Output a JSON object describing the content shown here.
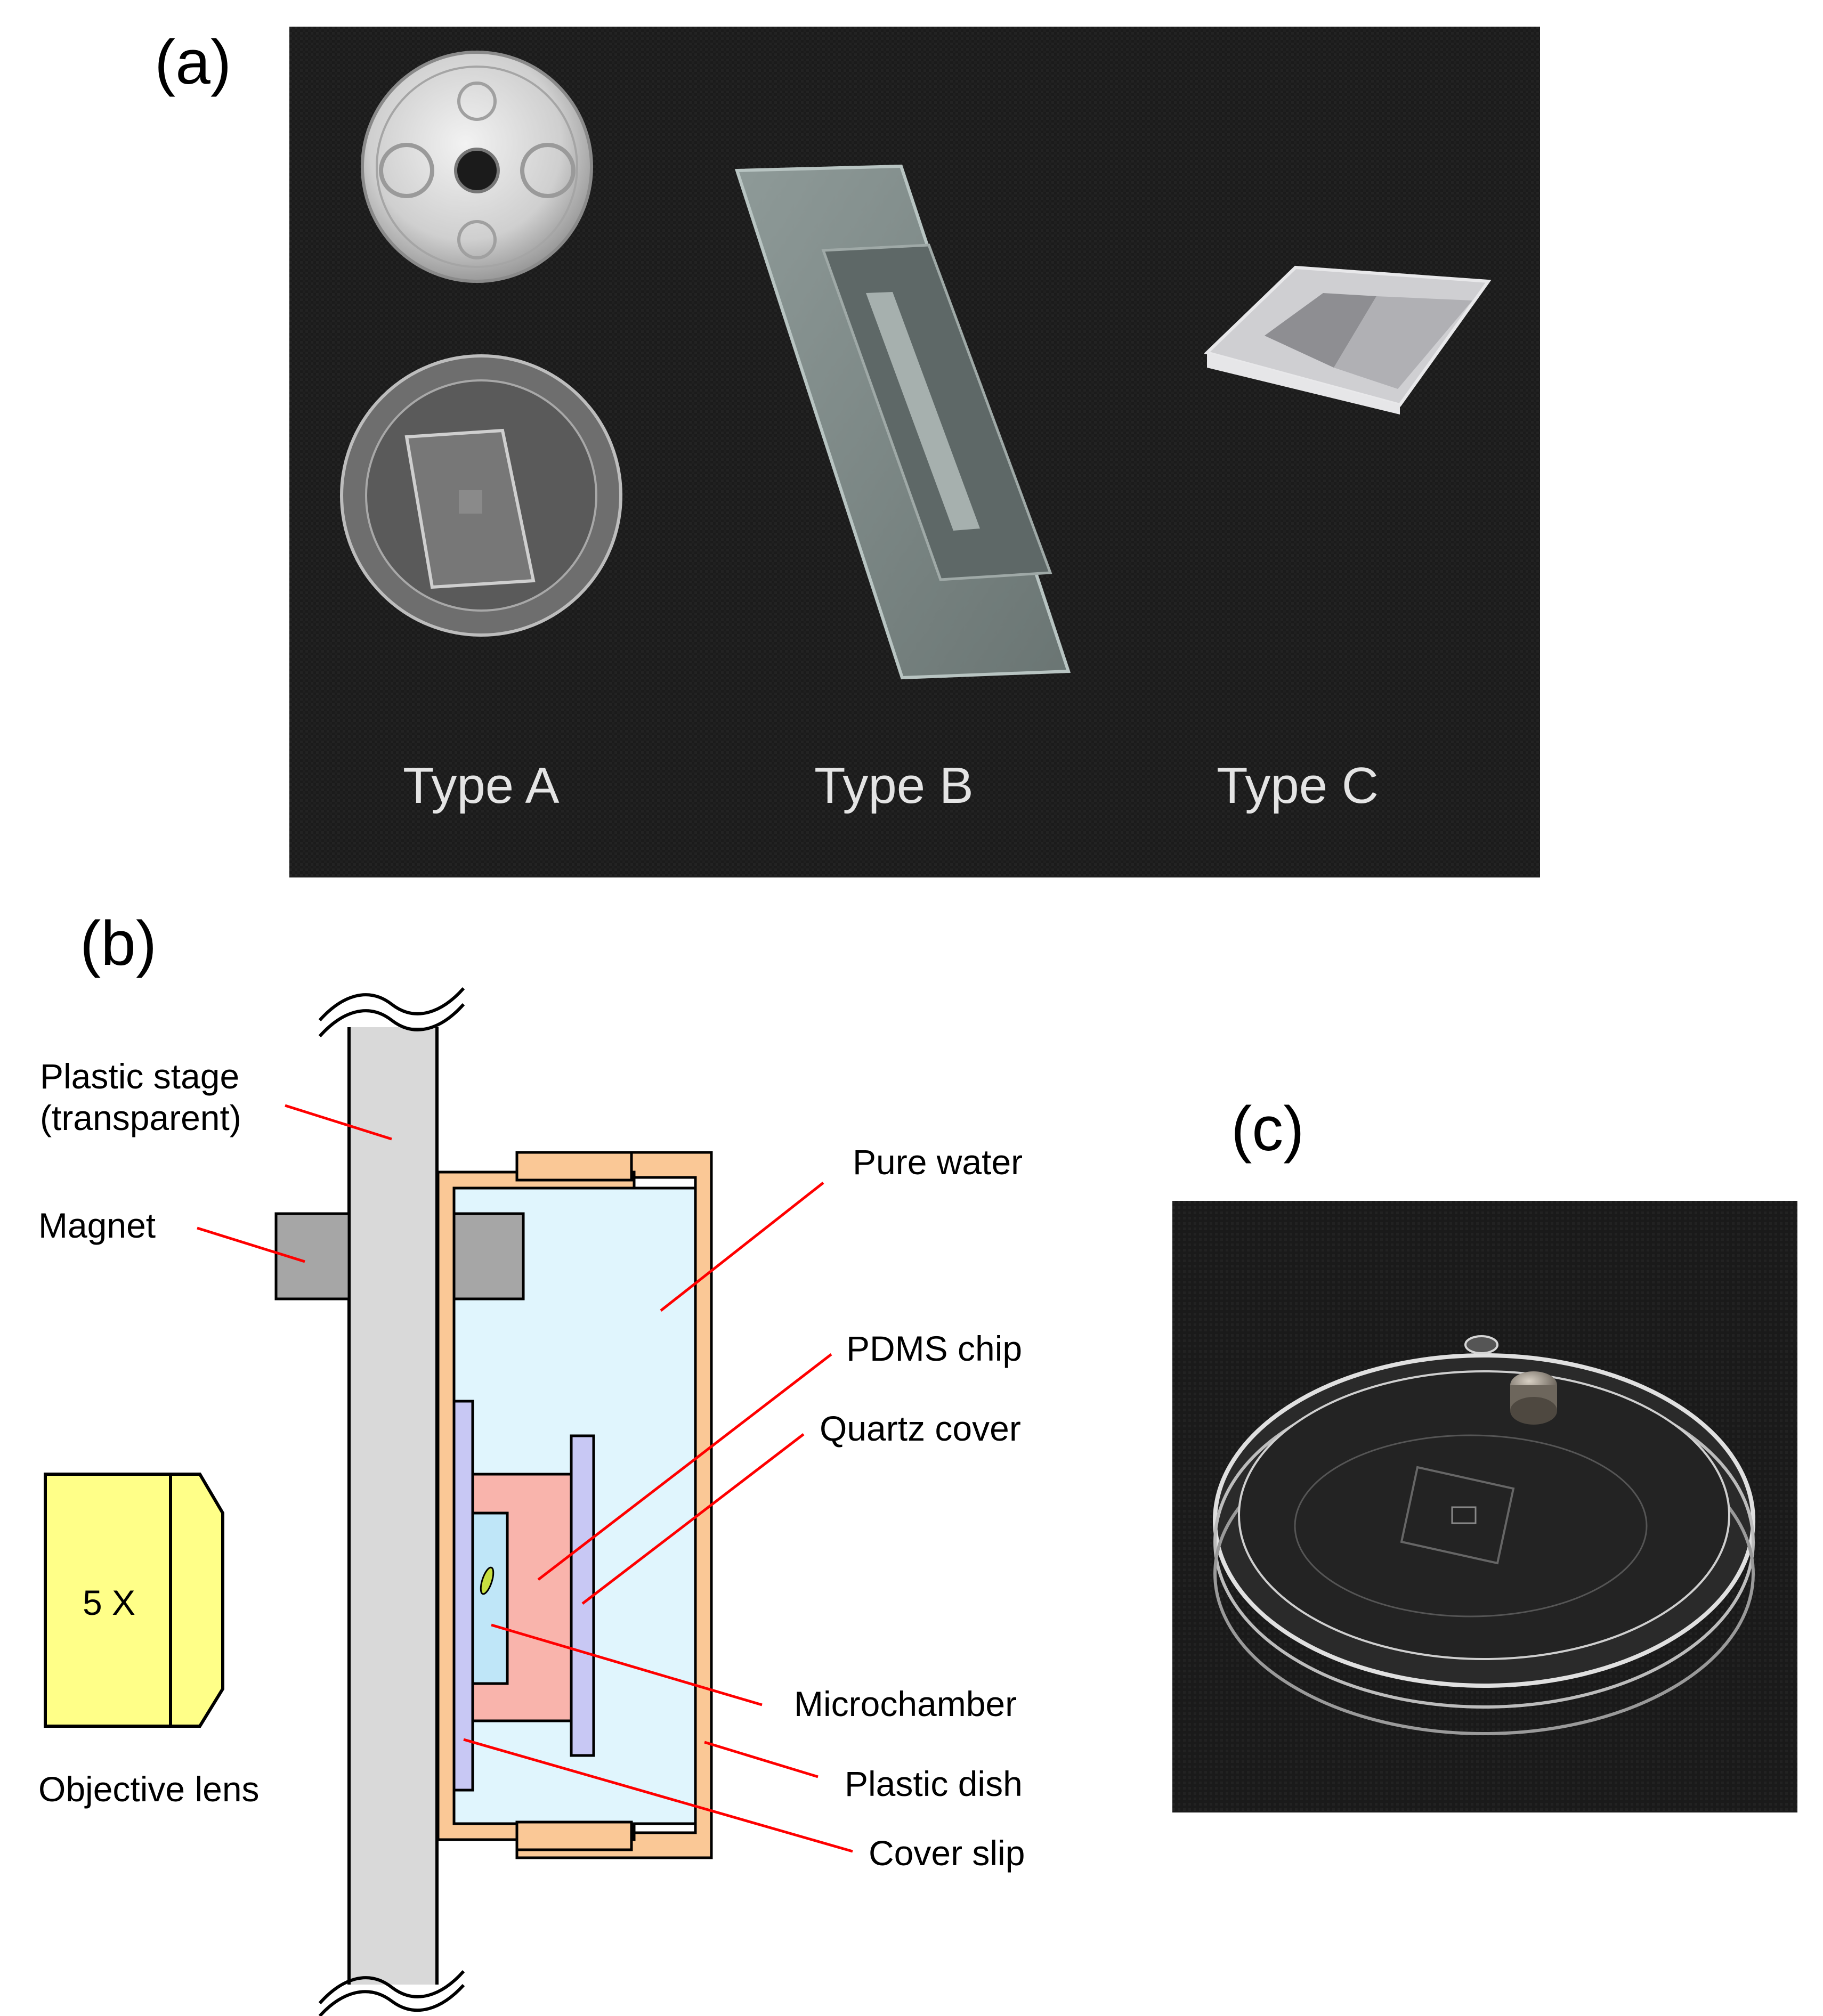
{
  "panels": {
    "a": {
      "label": "(a)"
    },
    "b": {
      "label": "(b)"
    },
    "c": {
      "label": "(c)"
    }
  },
  "photo_a": {
    "type_labels": [
      "Type A",
      "Type B",
      "Type C"
    ]
  },
  "diagram_b": {
    "labels": {
      "plastic_stage_line1": "Plastic stage",
      "plastic_stage_line2": "(transparent)",
      "magnet": "Magnet",
      "objective_lens": "Objective lens",
      "lens_magnification": "5 X",
      "pure_water": "Pure water",
      "pdms_chip": "PDMS chip",
      "quartz_cover": "Quartz cover",
      "microchamber": "Microchamber",
      "plastic_dish": "Plastic dish",
      "cover_slip": "Cover slip"
    },
    "colors": {
      "stage": "#d9d9d9",
      "water": "#e0f5fd",
      "dish": "#fac896",
      "magnet": "#a6a6a6",
      "pdms": "#f9b4ac",
      "quartz": "#c8c8f4",
      "microchamber": "#bfe6f8",
      "lens": "#ffff88",
      "leader_line": "#ff0000"
    }
  }
}
